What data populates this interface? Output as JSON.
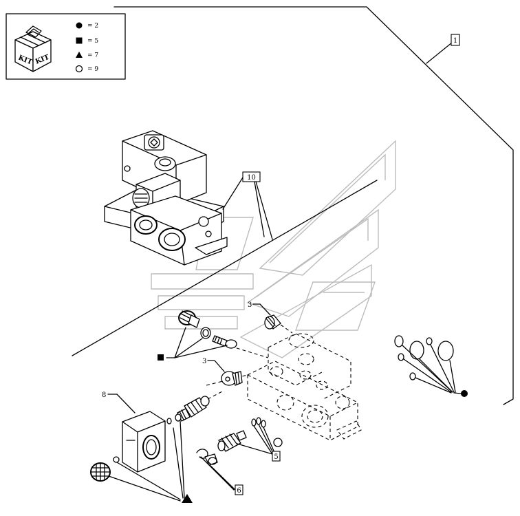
{
  "legend": {
    "kit_label_1": "KIT",
    "kit_label_2": "KIT",
    "entries": [
      {
        "symbol": "filled-circle",
        "text": "= 2"
      },
      {
        "symbol": "filled-square",
        "text": "= 5"
      },
      {
        "symbol": "filled-triangle",
        "text": "= 7"
      },
      {
        "symbol": "open-circle",
        "text": "= 9"
      }
    ]
  },
  "callouts": {
    "assembly": "1",
    "seal_kit": "10",
    "plug_upper": "3",
    "plug_lower": "3",
    "solenoid": "8",
    "cartridge": "5",
    "clip": "6"
  },
  "colors": {
    "ink": "#000000",
    "watermark": "#bcbcbc",
    "background": "#ffffff"
  }
}
